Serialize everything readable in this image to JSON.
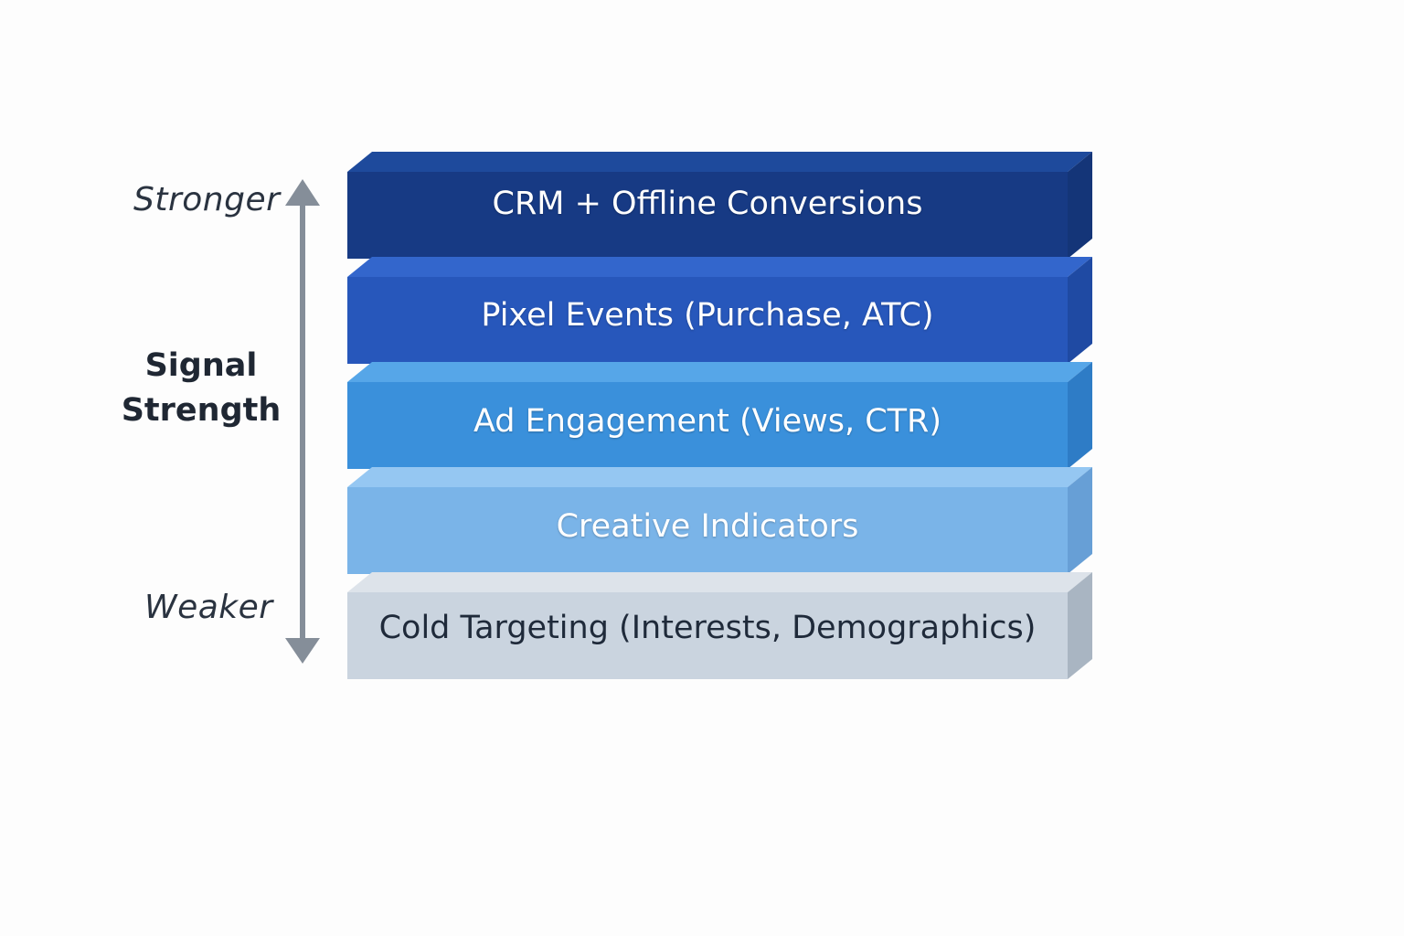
{
  "axis": {
    "top_label": "Stronger",
    "bottom_label": "Weaker",
    "title_line1": "Signal",
    "title_line2": "Strength",
    "color": "#858e99"
  },
  "layers": [
    {
      "label": "CRM + Offline Conversions",
      "front": "#173a84",
      "top": "#1e4a9c",
      "side": "#143578"
    },
    {
      "label": "Pixel Events (Purchase, ATC)",
      "front": "#2757bb",
      "top": "#3366cc",
      "side": "#1f4aa3"
    },
    {
      "label": "Ad Engagement (Views, CTR)",
      "front": "#3a90db",
      "top": "#56a6e8",
      "side": "#2e7cc6"
    },
    {
      "label": "Creative Indicators",
      "front": "#7ab4e8",
      "top": "#95c7f2",
      "side": "#679fd6"
    },
    {
      "label": "Cold Targeting (Interests, Demographics)",
      "front": "#cad4df",
      "top": "#dde3ea",
      "side": "#a9b5c2"
    }
  ]
}
